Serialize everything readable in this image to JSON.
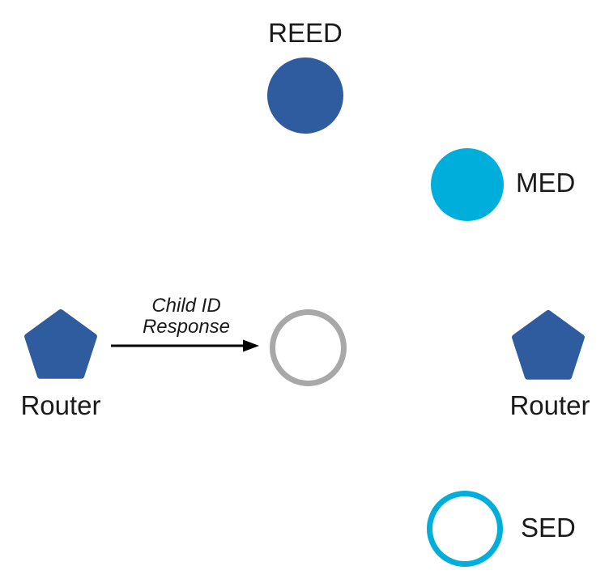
{
  "diagram": {
    "colors": {
      "router_blue": "#2E5C9E",
      "end_device_cyan": "#00AEDB",
      "placeholder_gray": "#A8A8A8",
      "arrow_black": "#000000",
      "text": "#1A1A1A",
      "background": "#FFFFFF"
    },
    "nodes": {
      "reed": {
        "label": "REED",
        "shape": "filled-circle",
        "fill": "#2E5C9E"
      },
      "med": {
        "label": "MED",
        "shape": "filled-circle",
        "fill": "#00AEDB"
      },
      "router_left": {
        "label": "Router",
        "shape": "pentagon",
        "fill": "#2E5C9E"
      },
      "joining_device": {
        "label": "",
        "shape": "outlined-circle",
        "stroke": "#A8A8A8"
      },
      "router_right": {
        "label": "Router",
        "shape": "pentagon",
        "fill": "#2E5C9E"
      },
      "sed": {
        "label": "SED",
        "shape": "outlined-circle",
        "stroke": "#00AEDB"
      }
    },
    "edge": {
      "label_line1": "Child ID",
      "label_line2": "Response",
      "color": "#000000"
    }
  }
}
